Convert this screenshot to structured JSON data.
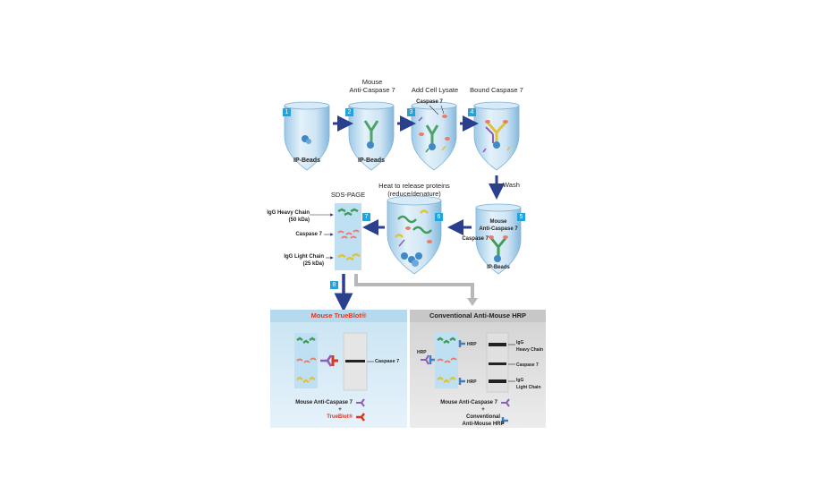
{
  "steps": [
    "1",
    "2",
    "3",
    "4",
    "5",
    "6",
    "7",
    "8"
  ],
  "tube_labels": {
    "t1_beads": "IP-Beads",
    "t2_title_a": "Mouse",
    "t2_title_b": "Anti-Caspase 7",
    "t2_beads": "IP-Beads",
    "t3_title": "Add Cell Lysate",
    "t3_target": "Caspase 7",
    "t4_title": "Bound Caspase 7",
    "wash": "Wash",
    "t5_a": "Mouse",
    "t5_b": "Anti-Caspase 7",
    "t5_target": "Caspase 7",
    "t5_beads": "IP-Beads",
    "t6_title_a": "Heat to release proteins",
    "t6_title_b": "(reduce/denature)"
  },
  "gel": {
    "title": "SDS-PAGE",
    "heavy_a": "IgG Heavy Chain",
    "heavy_b": "(50 kDa)",
    "caspase": "Caspase 7",
    "light_a": "IgG Light Chain",
    "light_b": "(25 kDa)"
  },
  "trueblot": {
    "title": "Mouse TrueBlot®",
    "band": "Caspase 7",
    "legend_a": "Mouse Anti-Caspase 7",
    "plus": "+",
    "legend_b": "TrueBlot®"
  },
  "conventional": {
    "title": "Conventional Anti-Mouse HRP",
    "hrp": "HRP",
    "band1_a": "IgG",
    "band1_b": "Heavy Chain",
    "band2": "Caspase 7",
    "band3_a": "IgG",
    "band3_b": "Light Chain",
    "legend_a": "Mouse Anti-Caspase 7",
    "plus": "+",
    "legend_b": "Conventional",
    "legend_c": "Anti-Mouse HRP"
  },
  "colors": {
    "accent_blue": "#23a3dc",
    "arrow_navy": "#2b3f8f",
    "trueblot_red": "#d9381e",
    "heavy_green": "#3f9c5b",
    "caspase_pink": "#ee7b6a",
    "light_yellow": "#e0c33a",
    "panel_blue": "#c9e4f3",
    "panel_gray": "#d2d2d2"
  }
}
